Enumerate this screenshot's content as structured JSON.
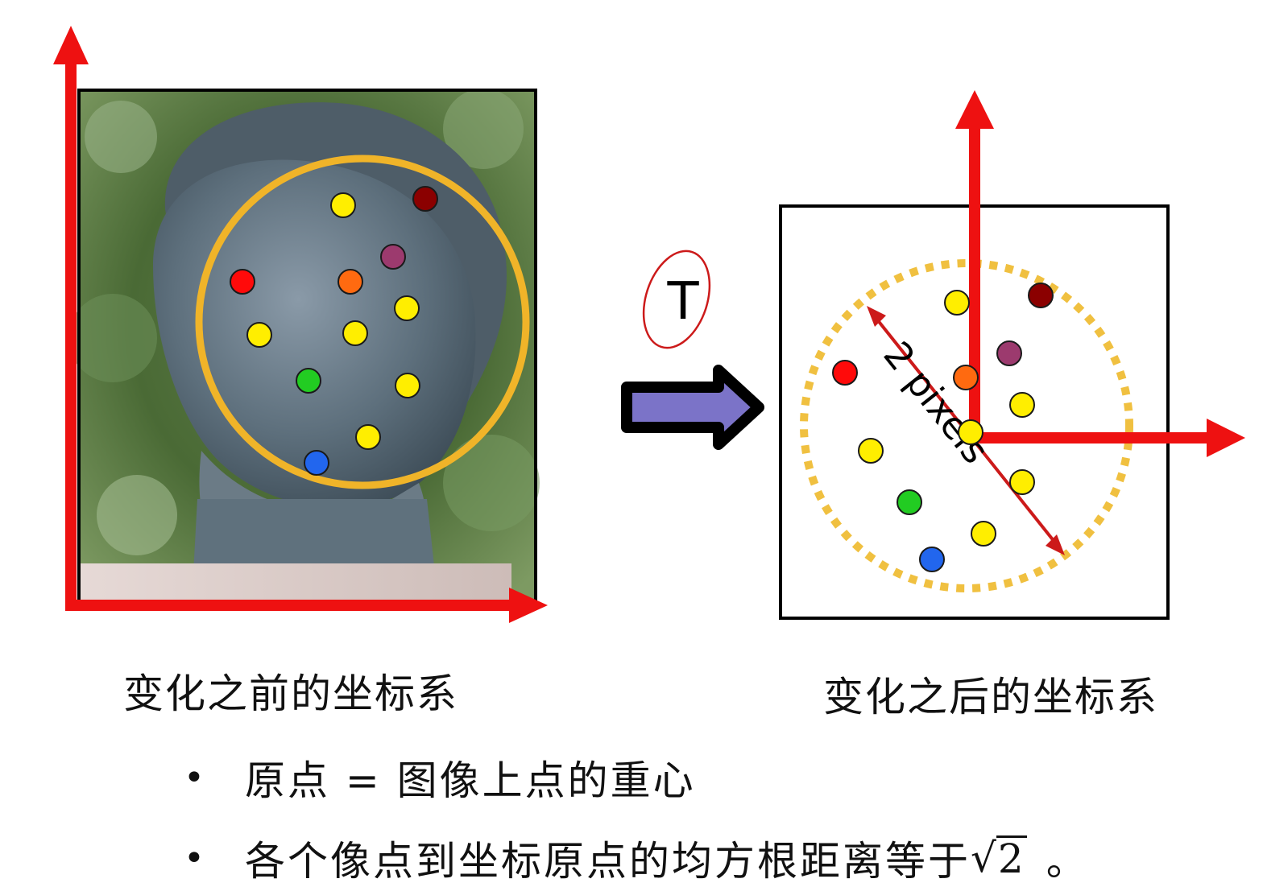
{
  "transform_label": "T",
  "distance_label": "2 pixels",
  "captions": {
    "before": "变化之前的坐标系",
    "after": "变化之后的坐标系"
  },
  "bullets": [
    {
      "marker": "•",
      "text": "原点 = 图像上点的重心"
    },
    {
      "marker": "•",
      "text": "各个像点到坐标原点的均方根距离等于",
      "radical": "√",
      "radicand": "2",
      "suffix": "。"
    }
  ],
  "colors": {
    "axis": "#ee1111",
    "circle": "#f0b429",
    "dotted_circle": "#f0c040",
    "arrow_fill": "#7b73c8",
    "annotation": "#cc1a1a"
  },
  "points_before": [
    {
      "color": "#ffee00",
      "name": "yellow"
    },
    {
      "color": "#8b0000",
      "name": "dark-red"
    },
    {
      "color": "#9c3a6e",
      "name": "purple"
    },
    {
      "color": "#ff0a0a",
      "name": "red"
    },
    {
      "color": "#ff6a10",
      "name": "orange"
    },
    {
      "color": "#ffee00",
      "name": "yellow"
    },
    {
      "color": "#ffee00",
      "name": "yellow"
    },
    {
      "color": "#ffee00",
      "name": "yellow"
    },
    {
      "color": "#22cc22",
      "name": "green"
    },
    {
      "color": "#ffee00",
      "name": "yellow"
    },
    {
      "color": "#ffee00",
      "name": "yellow"
    },
    {
      "color": "#2266ee",
      "name": "blue"
    }
  ],
  "points_after": [
    {
      "color": "#ffee00",
      "name": "yellow"
    },
    {
      "color": "#8b0000",
      "name": "dark-red"
    },
    {
      "color": "#9c3a6e",
      "name": "purple"
    },
    {
      "color": "#ff0a0a",
      "name": "red"
    },
    {
      "color": "#ff6a10",
      "name": "orange"
    },
    {
      "color": "#ffee00",
      "name": "yellow"
    },
    {
      "color": "#ffee00",
      "name": "yellow"
    },
    {
      "color": "#ffee00",
      "name": "yellow"
    },
    {
      "color": "#ffee00",
      "name": "yellow"
    },
    {
      "color": "#22cc22",
      "name": "green"
    },
    {
      "color": "#ffee00",
      "name": "yellow"
    },
    {
      "color": "#2266ee",
      "name": "blue"
    }
  ]
}
